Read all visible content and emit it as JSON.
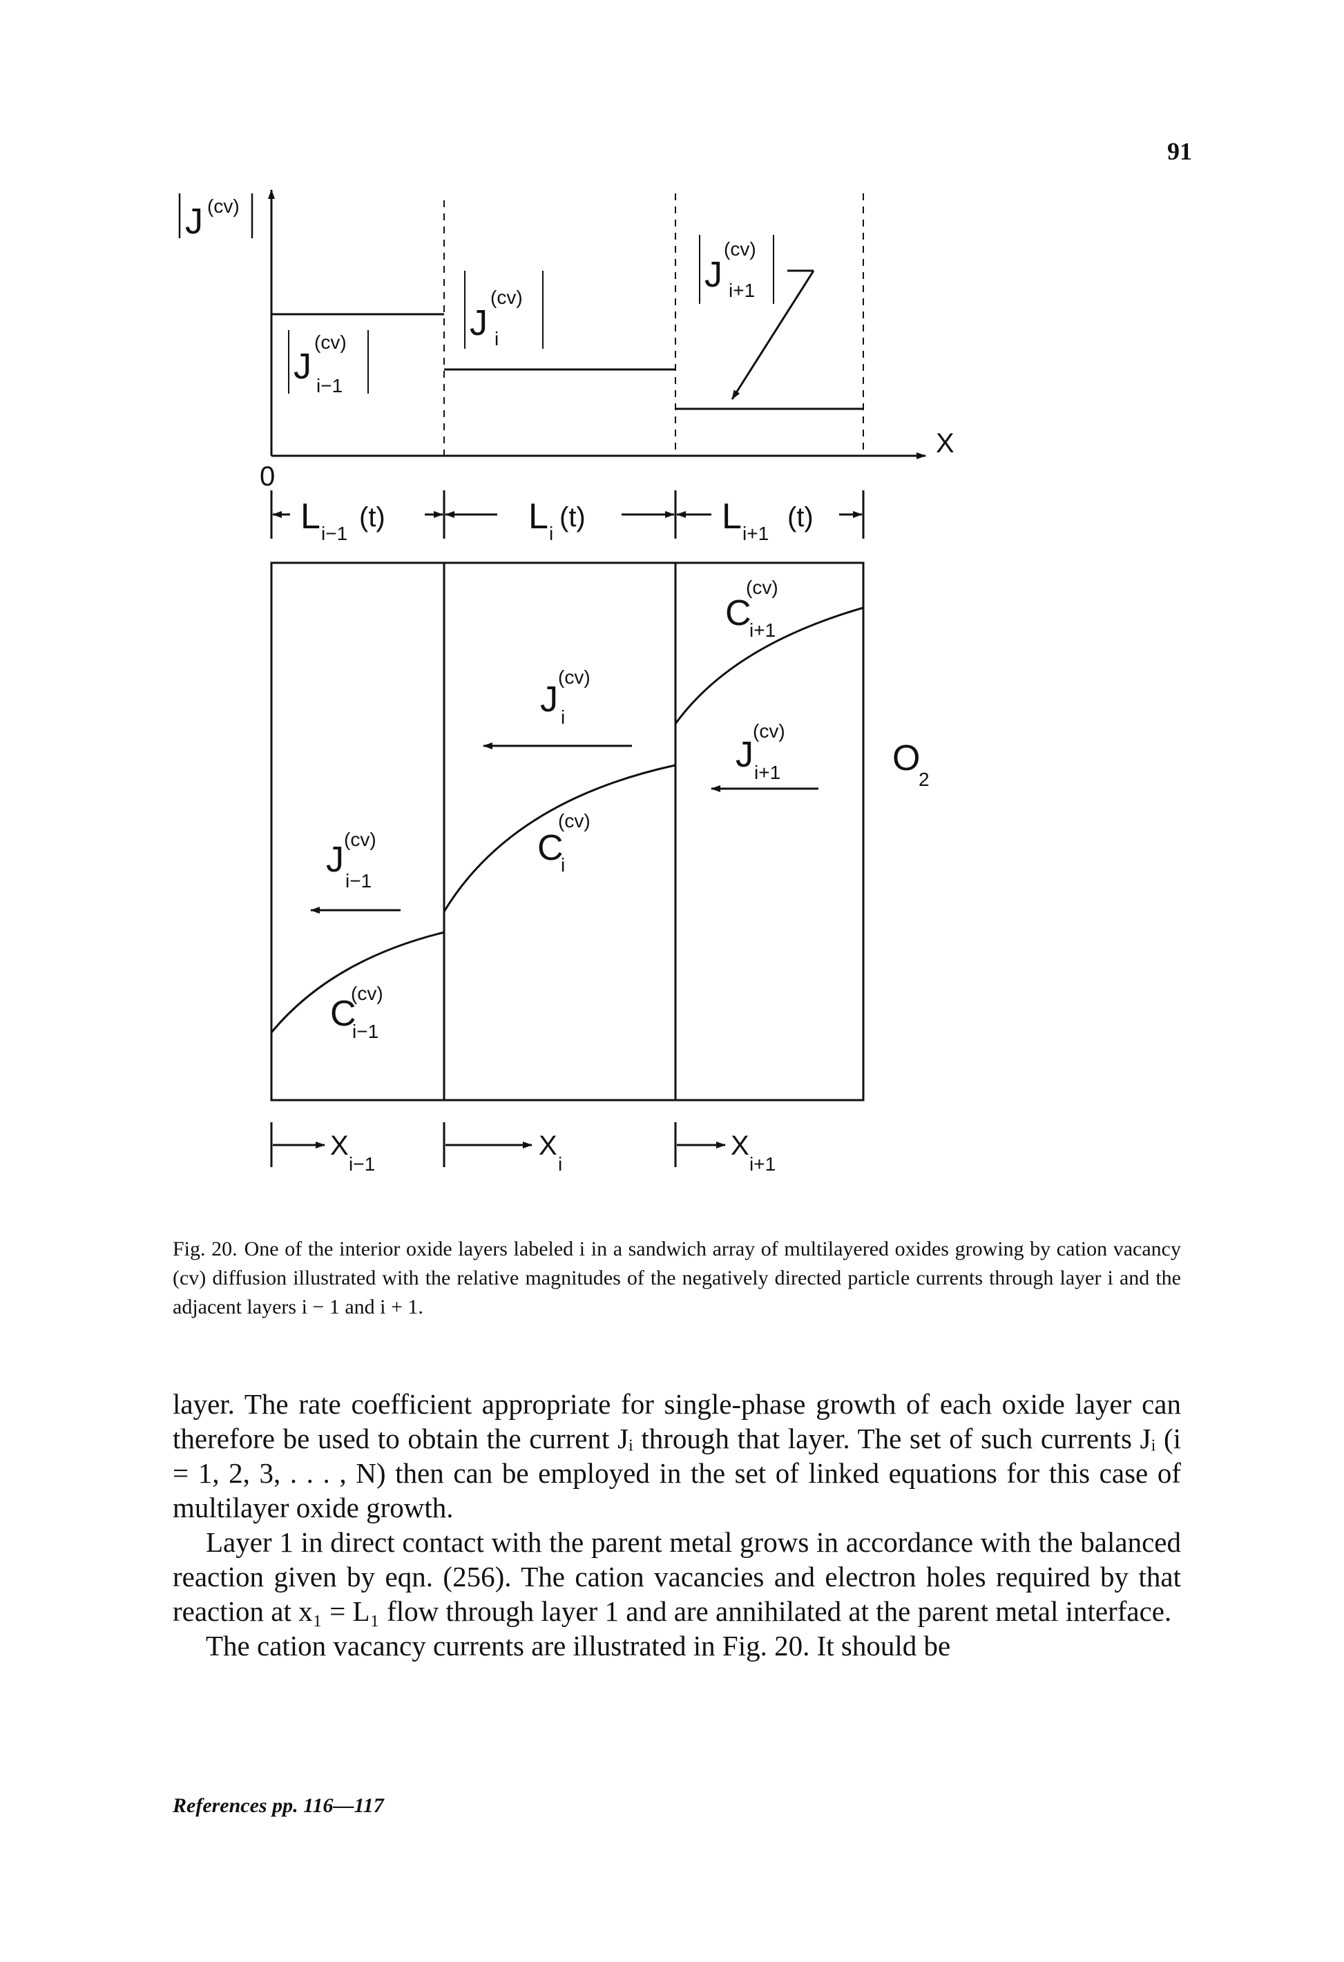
{
  "page_number": "91",
  "figure": {
    "upper_panel": {
      "y_axis_symbol": "J",
      "superscript": "(cv)",
      "origin_label": "0",
      "x_axis_label": "X",
      "current_labels": [
        {
          "main": "J",
          "sup": "(cv)",
          "sub": "i−1"
        },
        {
          "main": "J",
          "sup": "(cv)",
          "sub": "i"
        },
        {
          "main": "J",
          "sup": "(cv)",
          "sub": "i+1"
        }
      ]
    },
    "dimension_labels": [
      {
        "main": "L",
        "sub": "i−1",
        "arg": "(t)"
      },
      {
        "main": "L",
        "sub": "i",
        "arg": "(t)"
      },
      {
        "main": "L",
        "sub": "i+1",
        "arg": "(t)"
      }
    ],
    "lower_panel": {
      "concentration_labels": [
        {
          "main": "C",
          "sup": "(cv)",
          "sub": "i−1"
        },
        {
          "main": "C",
          "sup": "(cv)",
          "sub": "i"
        },
        {
          "main": "C",
          "sup": "(cv)",
          "sub": "i+1"
        }
      ],
      "flux_labels": [
        {
          "main": "J",
          "sup": "(cv)",
          "sub": "i−1"
        },
        {
          "main": "J",
          "sup": "(cv)",
          "sub": "i"
        },
        {
          "main": "J",
          "sup": "(cv)",
          "sub": "i+1"
        }
      ],
      "gas_label": {
        "main": "O",
        "sub": "2"
      }
    },
    "coordinate_labels": [
      {
        "main": "X",
        "sub": "i−1"
      },
      {
        "main": "X",
        "sub": "i"
      },
      {
        "main": "X",
        "sub": "i+1"
      }
    ]
  },
  "caption": {
    "label": "Fig. 20.",
    "text": "One of the interior oxide layers labeled i in a sandwich array of multilayered oxides growing by cation vacancy (cv) diffusion illustrated with the relative magnitudes of the negatively directed particle currents through layer i and the adjacent layers i − 1 and i + 1."
  },
  "body": {
    "paragraphs": [
      "layer. The rate coefficient appropriate for single-phase growth of each oxide layer can therefore be used to obtain the current Jᵢ through that layer. The set of such currents Jᵢ (i = 1, 2, 3, . . . , N) then can be employed in the set of linked equations for this case of multilayer oxide growth.",
      "Layer 1 in direct contact with the parent metal grows in accordance with the balanced reaction given by eqn. (256). The cation vacancies and electron holes required by that reaction at x₁ = L₁ flow through layer 1 and are annihilated at the parent metal interface.",
      "The cation vacancy currents are illustrated in Fig. 20. It should be"
    ]
  },
  "footer": "References pp. 116—117"
}
